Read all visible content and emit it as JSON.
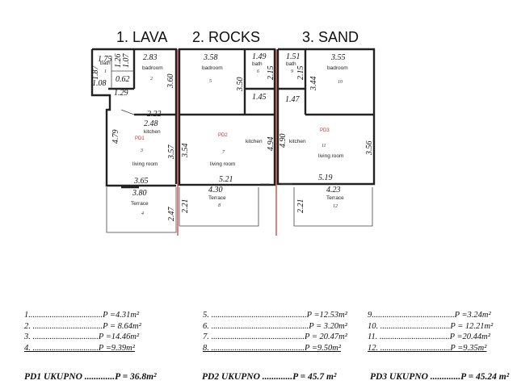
{
  "units": [
    {
      "title": "1. LAVA",
      "pd": "PD1"
    },
    {
      "title": "2. ROCKS",
      "pd": "PD2"
    },
    {
      "title": "3. SAND",
      "pd": "PD3"
    }
  ],
  "rooms": {
    "bath1": {
      "label": "bath",
      "num": "1"
    },
    "bedroom2": {
      "label": "badroom",
      "num": "2"
    },
    "kitchen1": {
      "label": "kitchen"
    },
    "living3": {
      "label": "living room",
      "num": "3"
    },
    "terrace4": {
      "label": "Terrace",
      "num": "4"
    },
    "bedroom5": {
      "label": "badroom",
      "num": "5"
    },
    "bath6": {
      "label": "bath",
      "num": "6"
    },
    "kitchen2": {
      "label": "kitchen"
    },
    "living7": {
      "label": "living room",
      "num": "7"
    },
    "terrace8": {
      "label": "Terrace",
      "num": "8"
    },
    "bath9": {
      "label": "bath",
      "num": "9"
    },
    "bedroom10": {
      "label": "badroom",
      "num": "10"
    },
    "kitchen3": {
      "label": "kitchen"
    },
    "living11": {
      "label": "living room",
      "num": "11"
    },
    "terrace12": {
      "label": "Terrace",
      "num": "12"
    }
  },
  "dims": {
    "d175": "1.75",
    "d187": "1.87",
    "d126": "1.26",
    "d107": "1.07",
    "d108": "1.08",
    "d062": "0.62",
    "d129": "1.29",
    "d283": "2.83",
    "d360": "3.60",
    "d222": "2.22",
    "d248": "2.48",
    "d479": "4.79",
    "d357": "3.57",
    "d365": "3.65",
    "d380": "3.80",
    "d247": "2.47",
    "d358": "3.58",
    "d350": "3.50",
    "d149": "1.49",
    "d215a": "2.15",
    "d145": "1.45",
    "d354": "3.54",
    "d494": "4.94",
    "d521": "5.21",
    "d430": "4.30",
    "d221a": "2.21",
    "d151": "1.51",
    "d215b": "2.15",
    "d355": "3.55",
    "d344": "3.44",
    "d147": "1.47",
    "d490": "4.90",
    "d356": "3.56",
    "d519": "5.19",
    "d423": "4.23",
    "d221b": "2.21"
  },
  "legend": {
    "col1": [
      "1...................................P =4.31m²",
      "2. .................................P = 8.64m²",
      "3. ...............................P =14.46m²",
      "4. ...............................P =9.39m²"
    ],
    "col2": [
      "5. .............................................P =12.53m²",
      "6. ..............................................P = 3.20m²",
      "7. ............................................P = 20.47m²",
      "8. ............................................P =9.50m²"
    ],
    "col3": [
      "9.......................................P =3.24m²",
      "10. .................................P = 12.21m²",
      "11. .................................P =20.44m²",
      "12. .................................P =9.35m²"
    ]
  },
  "totals": {
    "pd1": "PD1 UKUPNO .............P =  36.8m²",
    "pd2": "PD2 UKUPNO .............P = 45.7 m²",
    "pd3": "PD3 UKUPNO .............P = 45.24 m²"
  }
}
